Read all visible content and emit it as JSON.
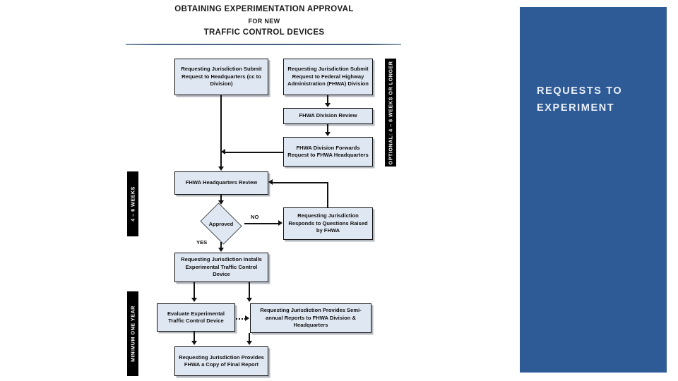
{
  "slide": {
    "title_lines": [
      "OBTAINING EXPERIMENTATION APPROVAL",
      "FOR NEW",
      "TRAFFIC CONTROL DEVICES"
    ],
    "accent_color": "#2E5A96",
    "node_fill": "#dfe7f2"
  },
  "side_panel": {
    "heading": "REQUESTS TO EXPERIMENT",
    "background": "#2E5A96",
    "text_color": "#eaf0f8"
  },
  "flowchart": {
    "nodes": {
      "submit_hq": "Requesting Jurisdiction Submit Request to Headquarters (cc to Division)",
      "submit_fhwa_division": "Requesting Jurisdiction Submit Request to Federal Highway Administration (FHWA) Division",
      "division_review": "FHWA Division Review",
      "division_forwards": "FHWA Division Forwards Request to FHWA Headquarters",
      "hq_review": "FHWA Headquarters Review",
      "approved_decision": "Approved",
      "responds_questions": "Requesting Jurisdiction Responds to Questions Raised by FHWA",
      "installs_device": "Requesting Jurisdiction Installs Experimental Traffic Control Device",
      "evaluate_device": "Evaluate Experimental Traffic Control Device",
      "semiannual_reports": "Requesting Jurisdiction Provides Semi-annual Reports to FHWA Division & Headquarters",
      "final_report": "Requesting Jurisdiction Provides FHWA a Copy of Final Report"
    },
    "edge_labels": {
      "no": "NO",
      "yes": "YES"
    },
    "time_bars": {
      "optional": "OPTIONAL: 4 – 6 WEEKS OR LONGER",
      "four_six_weeks": "4 – 6 WEEKS",
      "minimum_one_year": "MINIMUM ONE YEAR"
    }
  }
}
